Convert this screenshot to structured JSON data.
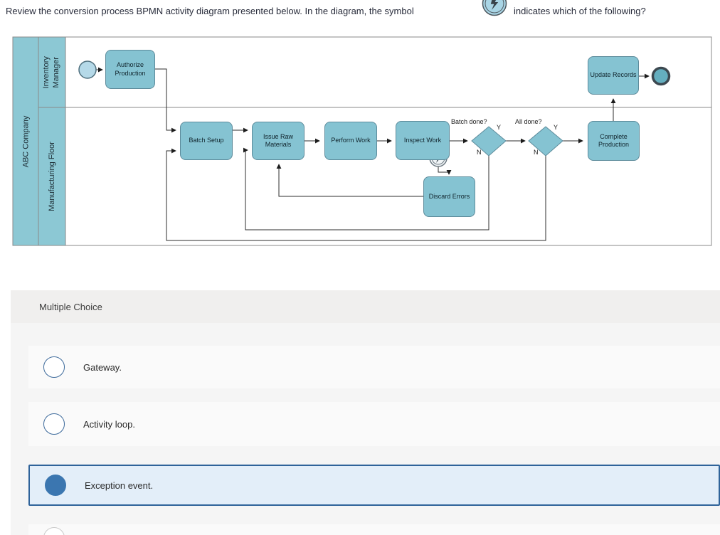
{
  "question": {
    "text_before": "Review the conversion process BPMN activity diagram presented below. In the diagram, the symbol",
    "text_after": "indicates which of the following?",
    "symbol": "error-exception-event-icon"
  },
  "diagram": {
    "pool": "ABC Company",
    "lane_top": "Inventory Manager",
    "lane_bottom": "Manufacturing Floor",
    "nodes": {
      "authorize": "Authorize Production",
      "batch_setup": "Batch Setup",
      "issue_raw": "Issue Raw Materials",
      "perform": "Perform Work",
      "inspect": "Inspect Work",
      "discard": "Discard Errors",
      "complete": "Complete Production",
      "update": "Update Records"
    },
    "gateways": {
      "batch": {
        "label": "Batch done?",
        "yes": "Y",
        "no": "N"
      },
      "all": {
        "label": "All done?",
        "yes": "Y",
        "no": "N"
      }
    }
  },
  "multiple_choice": {
    "header": "Multiple Choice",
    "options": [
      {
        "label": "Gateway.",
        "selected": false
      },
      {
        "label": "Activity loop.",
        "selected": false
      },
      {
        "label": "Exception event.",
        "selected": true
      }
    ]
  },
  "colors": {
    "lane_fill": "#8cc8d4",
    "activity_fill": "#85c3d2",
    "activity_border": "#5d8b9b",
    "start_event_fill": "#b5d9e8",
    "end_event_fill": "#64aebf",
    "connector": "#2e2e2e",
    "mc_bar_bg": "#f0efee",
    "mc_body_bg": "#f5f5f5",
    "row_bg": "#fafafa",
    "selected_row_bg": "#e3eef9",
    "selected_row_border": "#2f639a",
    "radio_blue": "#3b76b0"
  }
}
